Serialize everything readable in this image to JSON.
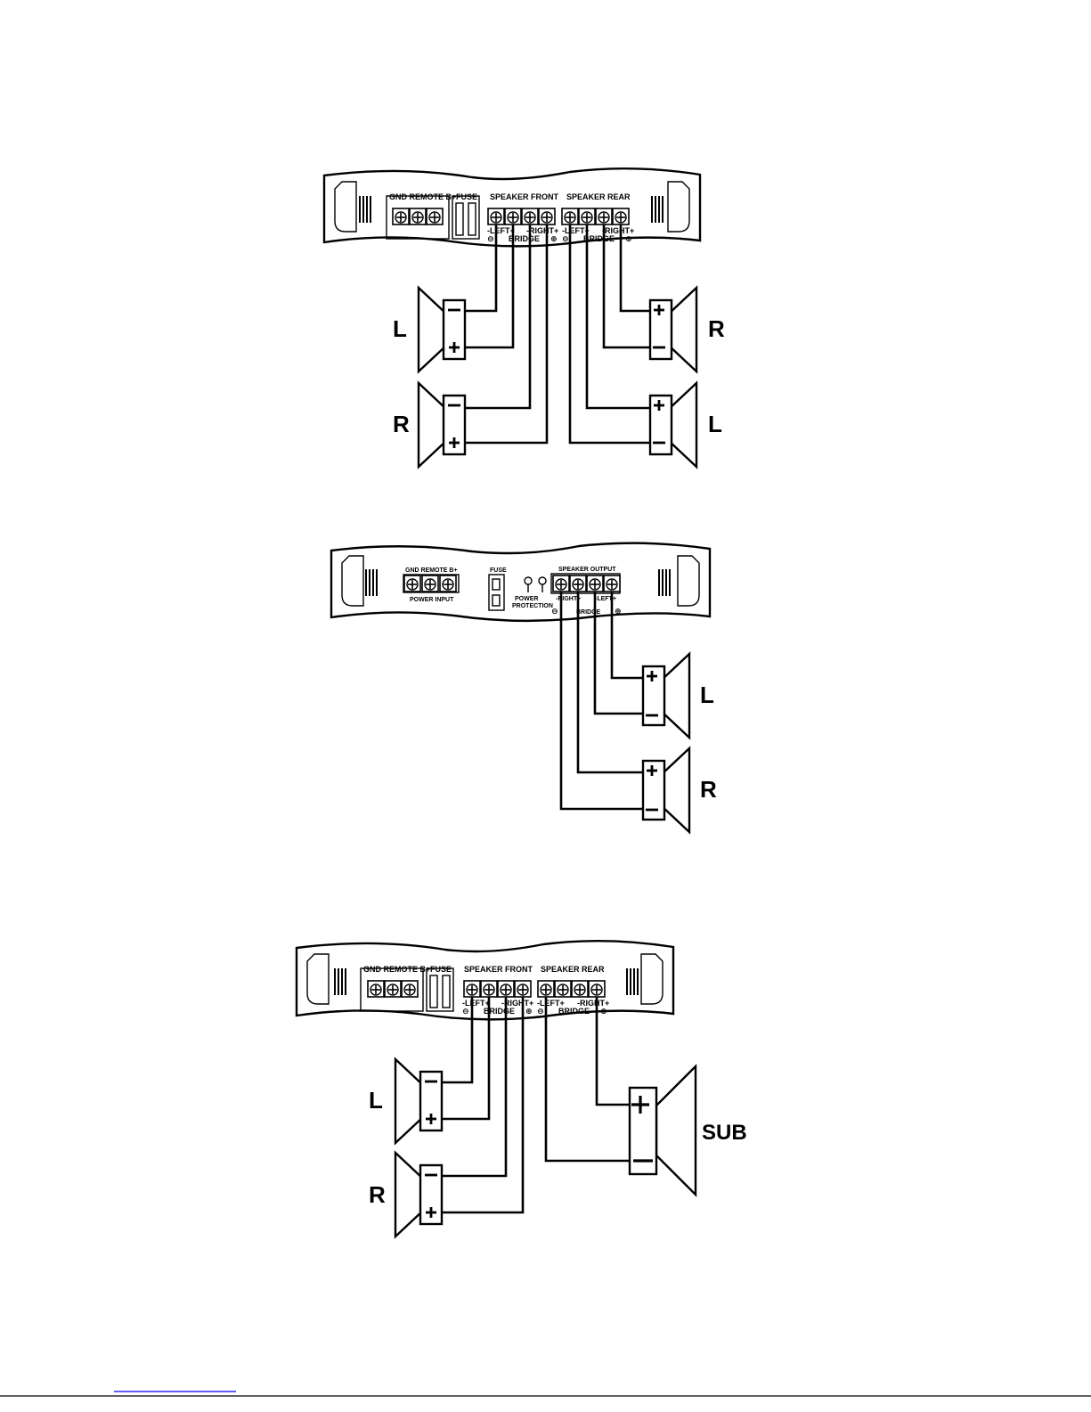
{
  "diagram1": {
    "panel": {
      "power_label": "GND REMOTE B+",
      "fuse_label": "FUSE",
      "front_label": "SPEAKER FRONT",
      "rear_label": "SPEAKER REAR",
      "front_left": "-LEFT+",
      "front_right": "-RIGHT+",
      "rear_left": "-LEFT+",
      "rear_right": "-RIGHT+",
      "bridge_front": "BRIDGE",
      "bridge_rear": "BRIDGE",
      "minus_sym": "⊖",
      "plus_sym": "⊕"
    },
    "speakers": [
      {
        "id": "front-left",
        "label": "L"
      },
      {
        "id": "front-right",
        "label": "R"
      },
      {
        "id": "rear-right",
        "label": "R"
      },
      {
        "id": "rear-left",
        "label": "L"
      }
    ]
  },
  "diagram2": {
    "panel": {
      "power_label": "GND REMOTE B+",
      "power_input": "POWER INPUT",
      "fuse_label": "FUSE",
      "protection_line1": "POWER",
      "protection_line2": "PROTECTION",
      "output_label": "SPEAKER OUTPUT",
      "output_right": "-RIGHT+",
      "output_left": "-LEFT+",
      "bridge": "BRIDGE",
      "minus_sym": "⊖",
      "plus_sym": "⊕"
    },
    "speakers": [
      {
        "id": "out-left",
        "label": "L"
      },
      {
        "id": "out-right",
        "label": "R"
      }
    ]
  },
  "diagram3": {
    "panel": {
      "power_label": "GND REMOTE B+",
      "fuse_label": "FUSE",
      "front_label": "SPEAKER FRONT",
      "rear_label": "SPEAKER REAR",
      "front_left": "-LEFT+",
      "front_right": "-RIGHT+",
      "rear_left": "-LEFT+",
      "rear_right": "-RIGHT+",
      "bridge_front": "BRIDGE",
      "bridge_rear": "BRIDGE",
      "minus_sym": "⊖",
      "plus_sym": "⊕"
    },
    "speakers": [
      {
        "id": "front-left",
        "label": "L"
      },
      {
        "id": "front-right",
        "label": "R"
      },
      {
        "id": "sub",
        "label": "SUB"
      }
    ]
  },
  "symbols": {
    "plus": "+",
    "minus": "−"
  }
}
